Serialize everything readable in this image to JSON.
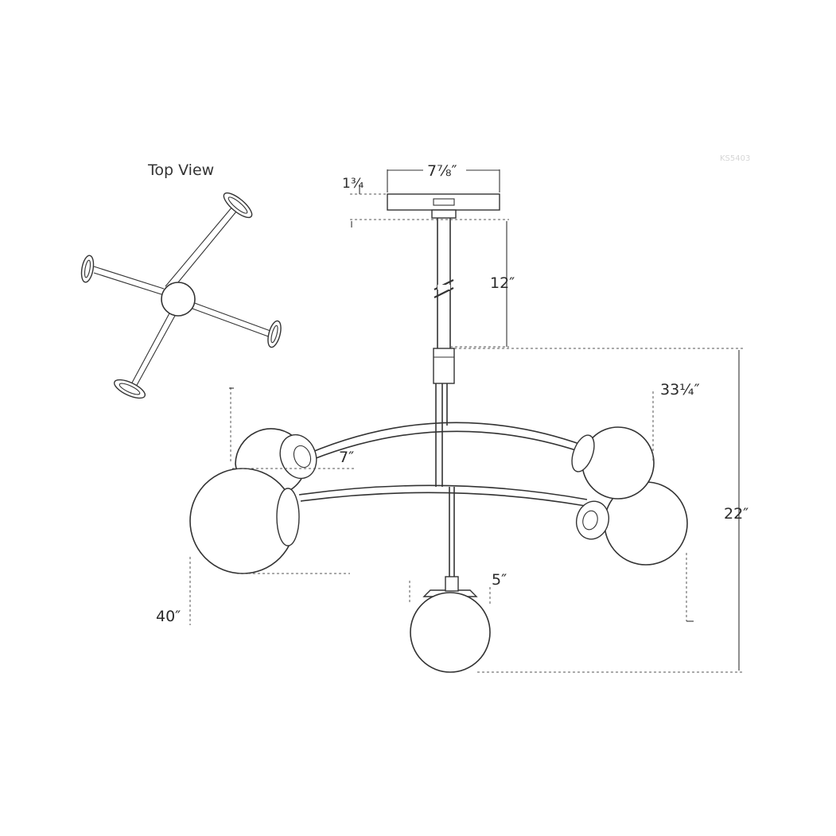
{
  "model_code": "KS5403",
  "top_view_label": "Top View",
  "dimensions": {
    "canopy_width": "7⅞″",
    "canopy_height": "1¾",
    "stem_length": "12″",
    "overall_height": "22″",
    "rear_width": "33¼″",
    "front_width": "40″",
    "upper_globe": "7″",
    "bottom_globe": "5″"
  }
}
